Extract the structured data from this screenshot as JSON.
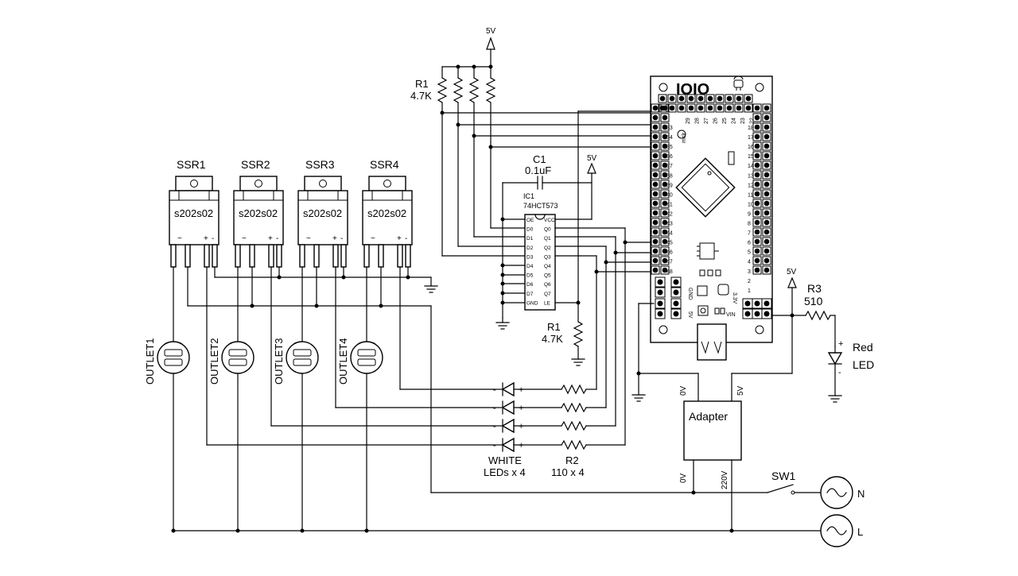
{
  "vcc_top": "5V",
  "vcc_cap": "5V",
  "vcc_led": "5V",
  "r1_pullup": {
    "name": "R1",
    "value": "4.7K"
  },
  "r1_le": {
    "name": "R1",
    "value": "4.7K"
  },
  "c1": {
    "name": "C1",
    "value": "0.1uF"
  },
  "ic1": {
    "name": "IC1",
    "part": "74HCT573",
    "pins_left": [
      "OE",
      "D0",
      "D1",
      "D2",
      "D3",
      "D4",
      "D5",
      "D6",
      "D7",
      "GND"
    ],
    "pins_right": [
      "VCC",
      "Q0",
      "Q1",
      "Q2",
      "Q3",
      "Q4",
      "Q5",
      "Q6",
      "Q7",
      "LE"
    ]
  },
  "ssr": [
    {
      "name": "SSR1",
      "part": "s202s02"
    },
    {
      "name": "SSR2",
      "part": "s202s02"
    },
    {
      "name": "SSR3",
      "part": "s202s02"
    },
    {
      "name": "SSR4",
      "part": "s202s02"
    }
  ],
  "ssr_pin_tilde": "~",
  "ssr_pin_plus": "+",
  "ssr_pin_minus": "-",
  "outlets": [
    "OUTLET1",
    "OUTLET2",
    "OUTLET3",
    "OUTLET4"
  ],
  "white_leds": "WHITE",
  "white_leds_count": "LEDs x 4",
  "led_minus": "-",
  "led_plus": "+",
  "r2": {
    "name": "R2",
    "value": "110 x 4"
  },
  "r3": {
    "name": "R3",
    "value": "510"
  },
  "red_led": {
    "line1": "Red",
    "line2": "LED"
  },
  "red_led_plus": "+",
  "red_led_minus": "-",
  "adapter": {
    "name": "Adapter",
    "in_0v": "0V",
    "out_0v": "0V",
    "out_5v": "5V",
    "in_220v": "220V"
  },
  "sw1": "SW1",
  "mains": {
    "neutral": "N",
    "line": "L"
  },
  "ioio": {
    "logo": "IOIO",
    "top_pins": [
      "29",
      "28",
      "27",
      "26",
      "25",
      "24",
      "23",
      "22"
    ],
    "left_pins": [
      "33",
      "34",
      "35",
      "36",
      "37",
      "38",
      "39",
      "40",
      "41",
      "42",
      "43",
      "44",
      "45",
      "46",
      "47",
      "48"
    ],
    "right_pins": [
      "18",
      "17",
      "16",
      "15",
      "14",
      "13",
      "12",
      "11",
      "10",
      "9",
      "8",
      "7",
      "6",
      "5",
      "4",
      "3",
      "2",
      "1"
    ],
    "mclr": "mclr",
    "gnd": "GND",
    "v5": "5V",
    "v33": "3.3V",
    "vin": "VIN"
  }
}
